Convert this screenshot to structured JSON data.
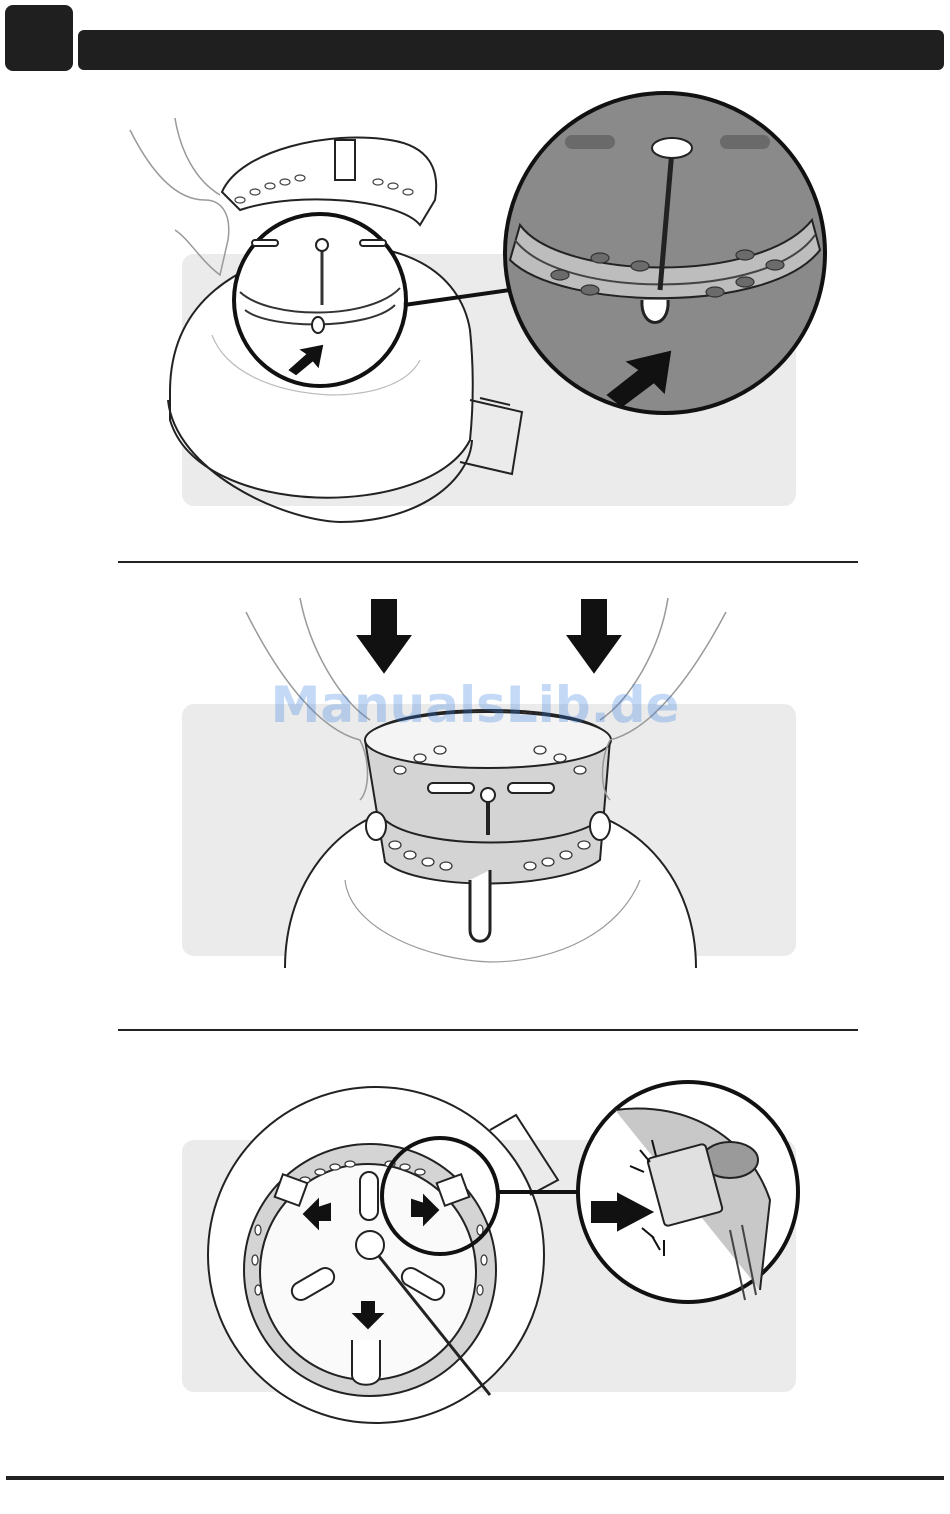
{
  "header": {
    "step_number": ""
  },
  "watermark": {
    "text": "ManualsLib.de"
  },
  "illustrations": [
    {
      "name": "step-insert-basket",
      "icons": [
        "hand-icon",
        "kettle-bowl-icon",
        "zoom-circle-icon",
        "arrow-up-icon"
      ]
    },
    {
      "name": "step-press-down",
      "icons": [
        "arrow-down-icon",
        "arrow-down-icon",
        "hands-icon",
        "charcoal-ring-icon"
      ]
    },
    {
      "name": "step-lock-tabs",
      "icons": [
        "arrow-right-icon",
        "arrow-down-icon",
        "zoom-circle-icon",
        "click-lines-icon"
      ]
    }
  ],
  "colors": {
    "panel": "#ebebeb",
    "header": "#1f1f1f",
    "watermark": "#2f7be0"
  }
}
